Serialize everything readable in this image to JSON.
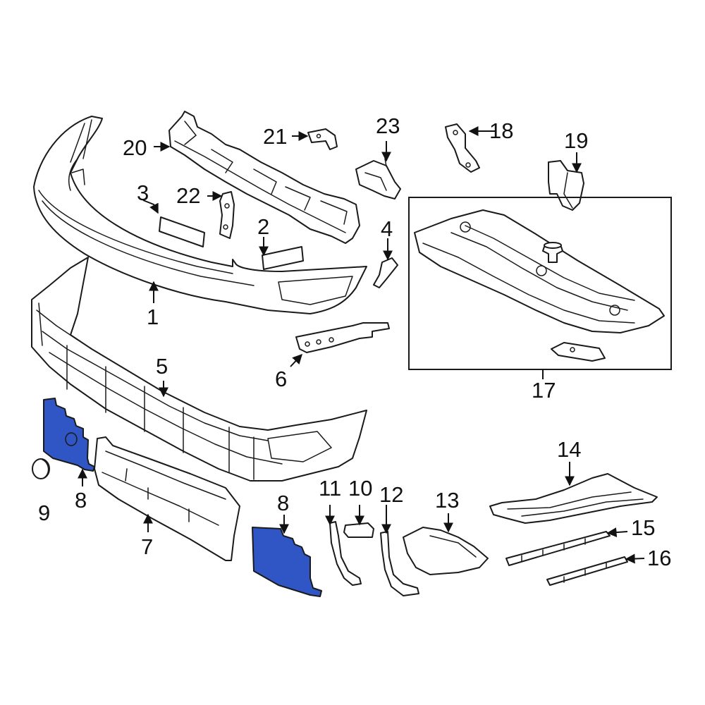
{
  "diagram": {
    "highlight_color": "#2f56c4",
    "line_color": "#1a1a1a",
    "background": "#ffffff",
    "callouts": [
      {
        "id": "c1",
        "text": "1"
      },
      {
        "id": "c2",
        "text": "2"
      },
      {
        "id": "c3",
        "text": "3"
      },
      {
        "id": "c4",
        "text": "4"
      },
      {
        "id": "c5",
        "text": "5"
      },
      {
        "id": "c6",
        "text": "6"
      },
      {
        "id": "c7",
        "text": "7"
      },
      {
        "id": "c8a",
        "text": "8"
      },
      {
        "id": "c8b",
        "text": "8"
      },
      {
        "id": "c9",
        "text": "9"
      },
      {
        "id": "c10",
        "text": "10"
      },
      {
        "id": "c11",
        "text": "11"
      },
      {
        "id": "c12",
        "text": "12"
      },
      {
        "id": "c13",
        "text": "13"
      },
      {
        "id": "c14",
        "text": "14"
      },
      {
        "id": "c15",
        "text": "15"
      },
      {
        "id": "c16",
        "text": "16"
      },
      {
        "id": "c17",
        "text": "17"
      },
      {
        "id": "c18",
        "text": "18"
      },
      {
        "id": "c19",
        "text": "19"
      },
      {
        "id": "c20",
        "text": "20"
      },
      {
        "id": "c21",
        "text": "21"
      },
      {
        "id": "c22",
        "text": "22"
      },
      {
        "id": "c23",
        "text": "23"
      }
    ]
  }
}
